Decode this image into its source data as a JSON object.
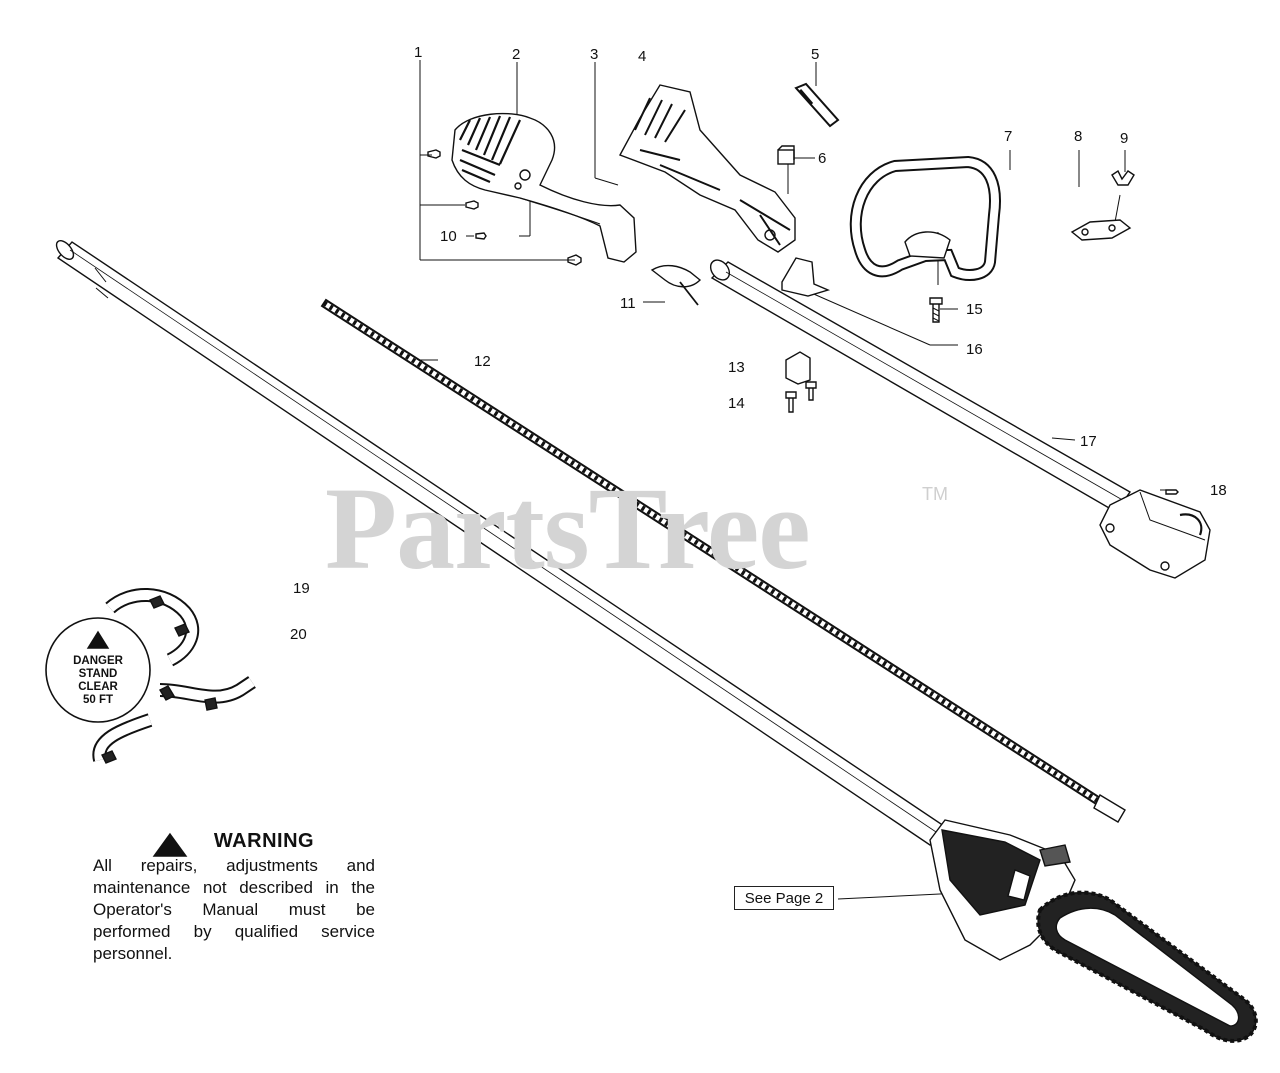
{
  "watermark": {
    "brand": "PartsTree",
    "trademark": "TM"
  },
  "callouts": [
    {
      "id": "1",
      "label": "1"
    },
    {
      "id": "2",
      "label": "2"
    },
    {
      "id": "3",
      "label": "3"
    },
    {
      "id": "4",
      "label": "4"
    },
    {
      "id": "5",
      "label": "5"
    },
    {
      "id": "6",
      "label": "6"
    },
    {
      "id": "7",
      "label": "7"
    },
    {
      "id": "8",
      "label": "8"
    },
    {
      "id": "9",
      "label": "9"
    },
    {
      "id": "10",
      "label": "10"
    },
    {
      "id": "11",
      "label": "11"
    },
    {
      "id": "12",
      "label": "12"
    },
    {
      "id": "13",
      "label": "13"
    },
    {
      "id": "14",
      "label": "14"
    },
    {
      "id": "15",
      "label": "15"
    },
    {
      "id": "16",
      "label": "16"
    },
    {
      "id": "17",
      "label": "17"
    },
    {
      "id": "18",
      "label": "18"
    },
    {
      "id": "19",
      "label": "19"
    },
    {
      "id": "20",
      "label": "20"
    }
  ],
  "warning": {
    "title": "WARNING",
    "text": "All repairs, adjustments and maintenance not described in the Operator's Manual must be performed by qualified service personnel."
  },
  "danger_label": {
    "line1": "DANGER",
    "line2": "STAND",
    "line3": "CLEAR",
    "line4": "50 FT"
  },
  "reference": {
    "see_page": "See Page 2"
  }
}
